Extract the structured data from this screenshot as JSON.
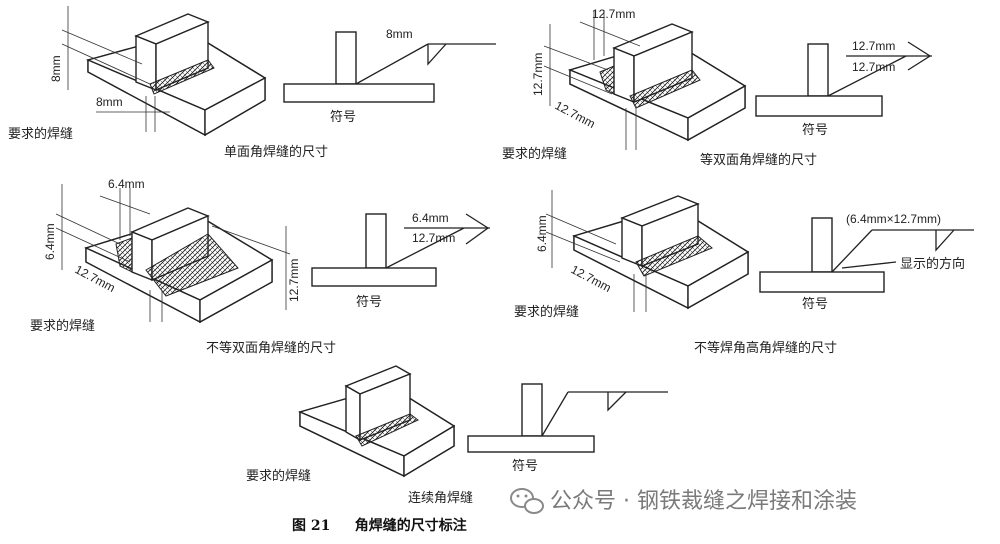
{
  "panels": [
    {
      "required": "要求的焊缝",
      "symbol": "符号",
      "title": "单面角焊缝的尺寸",
      "dims": [
        "8mm",
        "8mm",
        "8mm"
      ]
    },
    {
      "required": "要求的焊缝",
      "symbol": "符号",
      "title": "等双面角焊缝的尺寸",
      "dims": [
        "12.7mm",
        "12.7mm",
        "12.7mm",
        "12.7mm",
        "12.7mm"
      ]
    },
    {
      "required": "要求的焊缝",
      "symbol": "符号",
      "title": "不等双面角焊缝的尺寸",
      "dims": [
        "6.4mm",
        "6.4mm",
        "12.7mm",
        "12.7mm",
        "6.4mm",
        "12.7mm"
      ]
    },
    {
      "required": "要求的焊缝",
      "symbol": "符号",
      "title": "不等焊角高角焊缝的尺寸",
      "dims": [
        "6.4mm",
        "12.7mm",
        "(6.4mm×12.7mm)"
      ],
      "direction": "显示的方向"
    },
    {
      "required": "要求的焊缝",
      "symbol": "符号",
      "title": "连续角焊缝"
    }
  ],
  "figure_caption": "图 21     角焊缝的尺寸标注",
  "watermark": "公众号 · 钢铁裁缝之焊接和涂装"
}
